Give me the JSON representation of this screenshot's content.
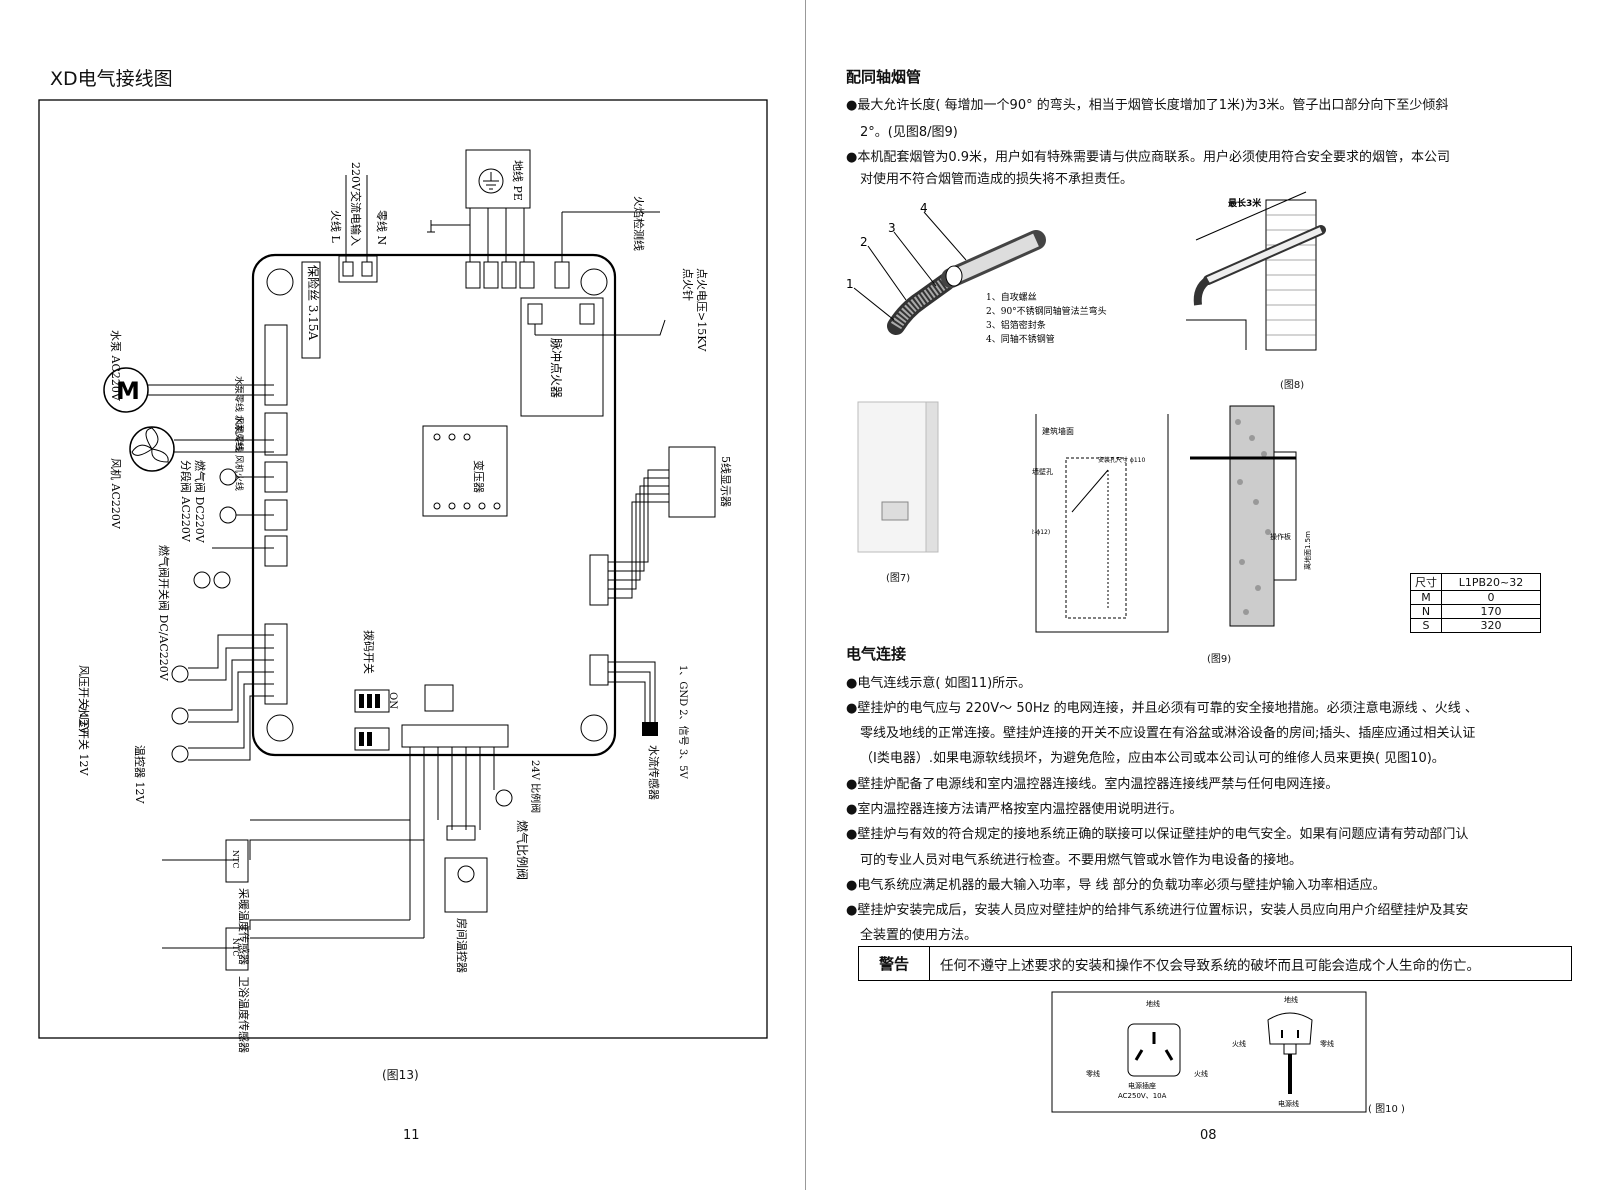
{
  "left_page": {
    "title": "XD电气接线图",
    "caption": "(图13)",
    "page_number": "11",
    "diagram_labels": {
      "power_in": "220V交流电输入",
      "neutral": "零线 N",
      "live": "火线 L",
      "fuse": "保险丝 3.15A",
      "earth_pe": "地线 PE",
      "flame_detect": "火焰检测线",
      "ignition_hv": "点火电压>15KV",
      "ignition_pin": "点火针",
      "pulse_igniter": "脉冲点火器",
      "transformer": "变压器",
      "display": "5线显示器",
      "pump": "水泵 AC220V",
      "fan": "风机 AC220V",
      "pump_terminals": "水泵零线 水泵火线",
      "fan_terminals": "风机零线 风机火线",
      "sectional_valve": "分段阀 AC220V",
      "gas_valve": "燃气阀 DC220V",
      "gas_switch_valve": "燃气阀开关阀 DC/AC220V",
      "wind_pressure_switch": "风压开关 12V",
      "water_pressure_switch": "水压开关 12V",
      "temp_limiter": "温控器 12V",
      "dip_switch": "拨码开关",
      "on": "ON",
      "gnd_signal": "1、GND 2、信号 3、5V",
      "water_flow_sensor": "水流传感器",
      "prop_valve": "24V 比例阀",
      "gas_prop_valve": "燃气比例阀",
      "room_thermostat": "房间温控器",
      "ntc": "NTC",
      "heating_sensor": "采暖温度传感器",
      "dhw_sensor": "卫浴温度传感器",
      "motor_letter": "M"
    }
  },
  "right_page": {
    "section1_title": "配同轴烟管",
    "s1_p1": "●最大允许长度( 每增加一个90° 的弯头，相当于烟管长度增加了1米)为3米。管子出口部分向下至少倾斜",
    "s1_p1b": "2°。(见图8/图9)",
    "s1_p2": "●本机配套烟管为0.9米，用户如有特殊需要请与供应商联系。用户必须使用符合安全要求的烟管，本公司",
    "s1_p2b": "对使用不符合烟管而造成的损失将不承担责任。",
    "parts_list": [
      "1、自攻螺丝",
      "2、90°不锈钢同轴管法兰弯头",
      "3、铝箔密封条",
      "4、同轴不锈钢管"
    ],
    "fig8_max": "最长3米",
    "fig8_caption": "(图8)",
    "fig7_caption": "(图7)",
    "fig9_caption": "(图9)",
    "fig9_labels": {
      "wall": "建筑墙面",
      "through_hole": "贯通墙壁孔",
      "hole_size": "安装孔尺寸 ϕ110",
      "expansion": "膨胀螺钉孔 (2-ϕ12)",
      "panel": "操作板",
      "ground": "离地面1.5m"
    },
    "spec_table": {
      "header": [
        "尺寸",
        "L1PB20~32"
      ],
      "rows": [
        [
          "M",
          "0"
        ],
        [
          "N",
          "170"
        ],
        [
          "S",
          "320"
        ]
      ]
    },
    "section2_title": "电气连接",
    "s2_paras": [
      "●电气连线示意( 如图11)所示。",
      "●壁挂炉的电气应与 220V～ 50Hz 的电网连接，并且必须有可靠的安全接地措施。必须注意电源线 、火线 、",
      "零线及地线的正常连接。壁挂炉连接的开关不应设置在有浴盆或淋浴设备的房间;插头、插座应通过相关认证",
      "（Ⅰ类电器）.如果电源软线损坏，为避免危险，应由本公司或本公司认可的维修人员来更换( 见图10)。",
      "●壁挂炉配备了电源线和室内温控器连接线。室内温控器连接线严禁与任何电网连接。",
      "●室内温控器连接方法请严格按室内温控器使用说明进行。",
      "●壁挂炉与有效的符合规定的接地系统正确的联接可以保证壁挂炉的电气安全。如果有问题应请有劳动部门认",
      "可的专业人员对电气系统进行检查。不要用燃气管或水管作为电设备的接地。",
      "●电气系统应满足机器的最大输入功率，导 线 部分的负载功率必须与壁挂炉输入功率相适应。",
      "●壁挂炉安装完成后，安装人员应对壁挂炉的给排气系统进行位置标识，安装人员应向用户介绍壁挂炉及其安",
      "全装置的使用方法。"
    ],
    "warning_key": "警告",
    "warning_text": "任何不遵守上述要求的安装和操作不仅会导致系统的破坏而且可能会造成个人生命的伤亡。",
    "fig10_labels": {
      "earth": "地线",
      "neutral": "零线",
      "live": "火线",
      "socket": "电源插座",
      "socket_rating": "AC250V、10A",
      "cord": "电源线"
    },
    "fig10_caption": "( 图10 )",
    "page_number": "08"
  }
}
